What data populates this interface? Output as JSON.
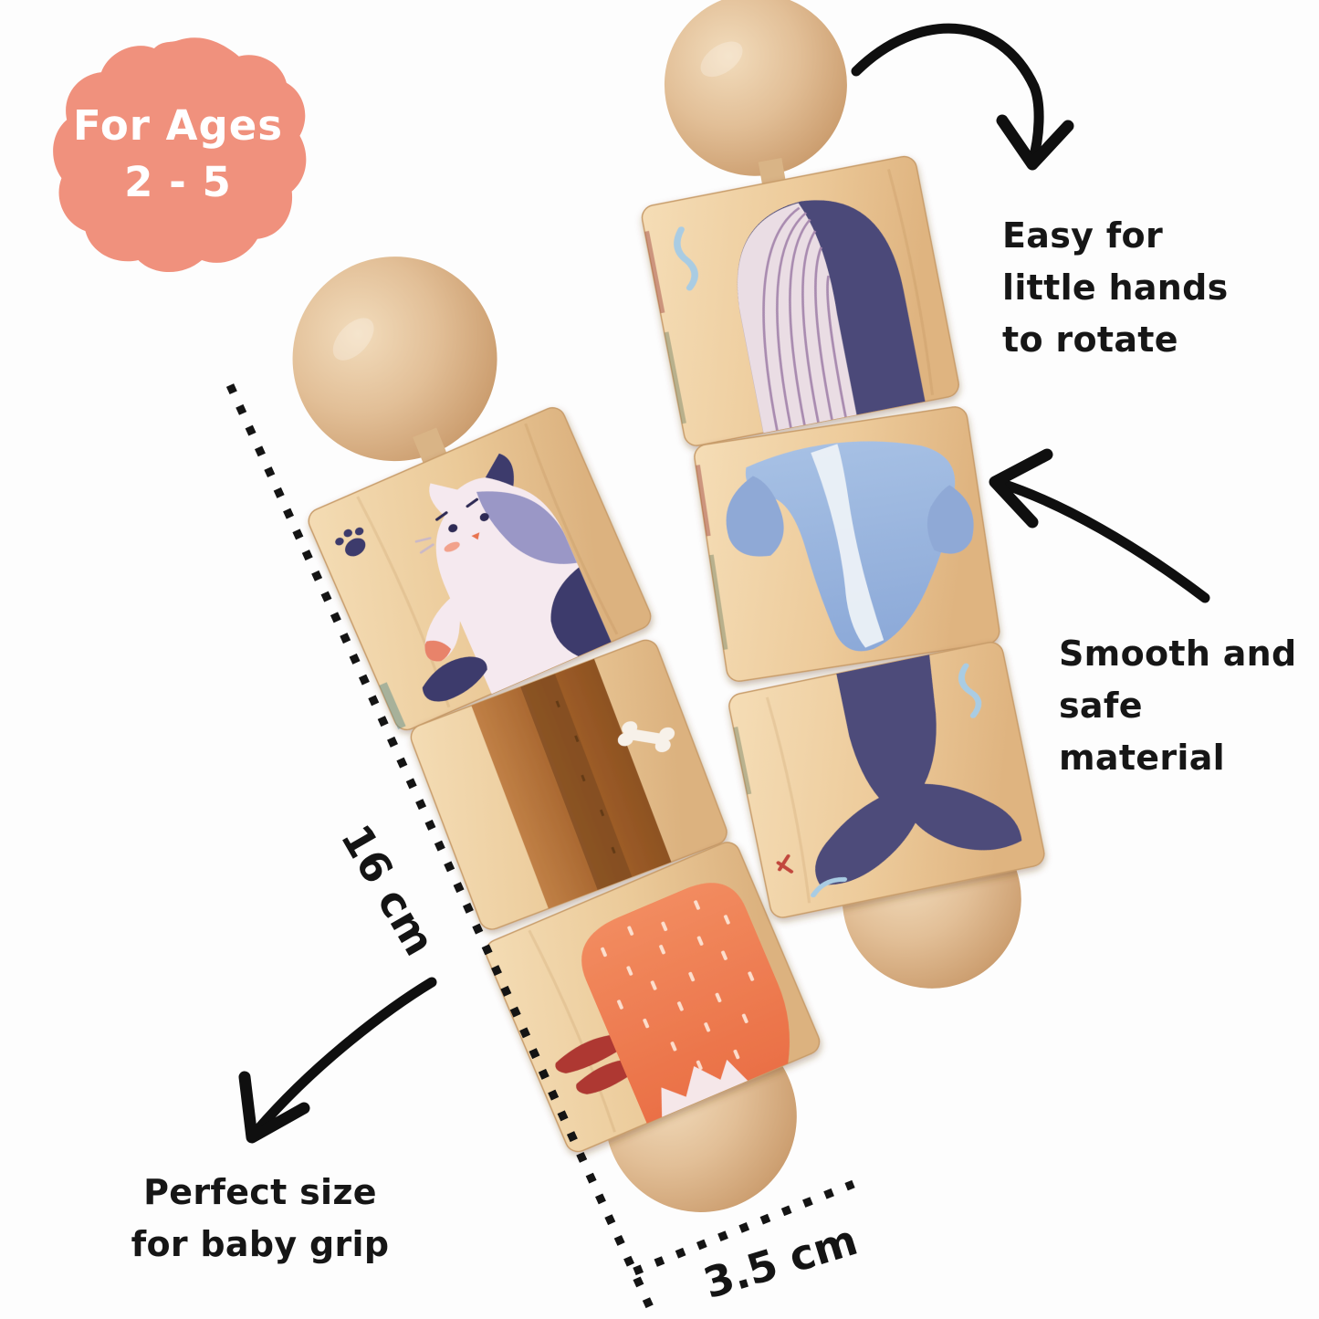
{
  "badge": {
    "line1": "For Ages",
    "line2": "2 - 5"
  },
  "features": {
    "rotate": [
      "Easy for",
      "little hands",
      "to rotate"
    ],
    "material": [
      "Smooth and",
      "safe material"
    ],
    "grip": [
      "Perfect size",
      "for baby grip"
    ]
  },
  "dimensions": {
    "height": "16 cm",
    "width": "3.5 cm"
  },
  "toys": {
    "left": {
      "blocks": [
        "cat",
        "dog",
        "fox"
      ]
    },
    "right": {
      "blocks": [
        "whale-head",
        "whale-body",
        "whale-tail"
      ]
    }
  },
  "icons": {
    "rotate_arrow": "curved-arrow-down-icon",
    "material_arrow": "curved-arrow-left-icon",
    "grip_arrow": "curved-arrow-down-left-icon"
  },
  "colors": {
    "badge_bg": "#F0917D",
    "badge_text": "#FFFFFF",
    "text": "#161616",
    "wood_light": "#F2D7AE",
    "wood_shadow": "#C9996A",
    "whale_navy": "#4B4979",
    "whale_blue": "#96B5DD",
    "fox_orange": "#EF8257",
    "dog_brown": "#A4662F",
    "cat_white": "#F5E9EF"
  }
}
